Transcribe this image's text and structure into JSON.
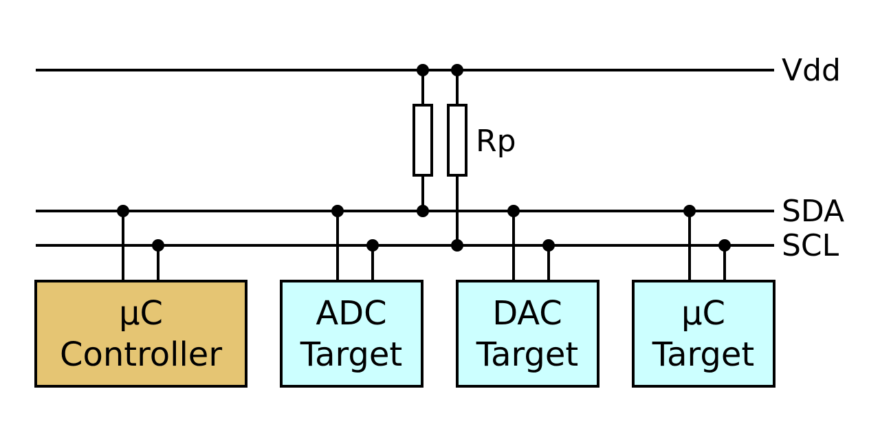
{
  "rails": {
    "vdd_label": "Vdd",
    "sda_label": "SDA",
    "scl_label": "SCL"
  },
  "resistor_label": "Rp",
  "devices": [
    {
      "line1": "µC",
      "line2": "Controller",
      "fill": "#e5c573"
    },
    {
      "line1": "ADC",
      "line2": "Target",
      "fill": "#ccffff"
    },
    {
      "line1": "DAC",
      "line2": "Target",
      "fill": "#ccffff"
    },
    {
      "line1": "µC",
      "line2": "Target",
      "fill": "#ccffff"
    }
  ]
}
